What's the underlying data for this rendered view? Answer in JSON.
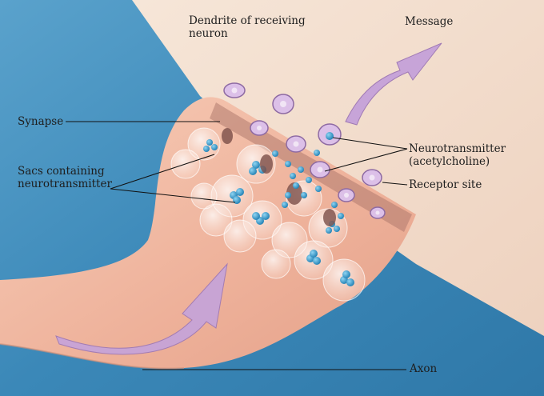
{
  "labels": {
    "dendrite": "Dendrite of receiving\nneuron",
    "message": "Message",
    "synapse": "Synapse",
    "sacs": "Sacs containing\nneurotransmitter",
    "neurotransmitter": "Neurotransmitter\n(acetylcholine)",
    "receptor_site": "Receptor site",
    "axon": "Axon"
  },
  "colors": {
    "background": "#3f8fbd",
    "dendrite": "#f3dcc8",
    "terminal": "#f0b9a2",
    "arrow": "#c9a3d6",
    "receptor": "#d9bde6",
    "molecule": "#2e93c4"
  }
}
